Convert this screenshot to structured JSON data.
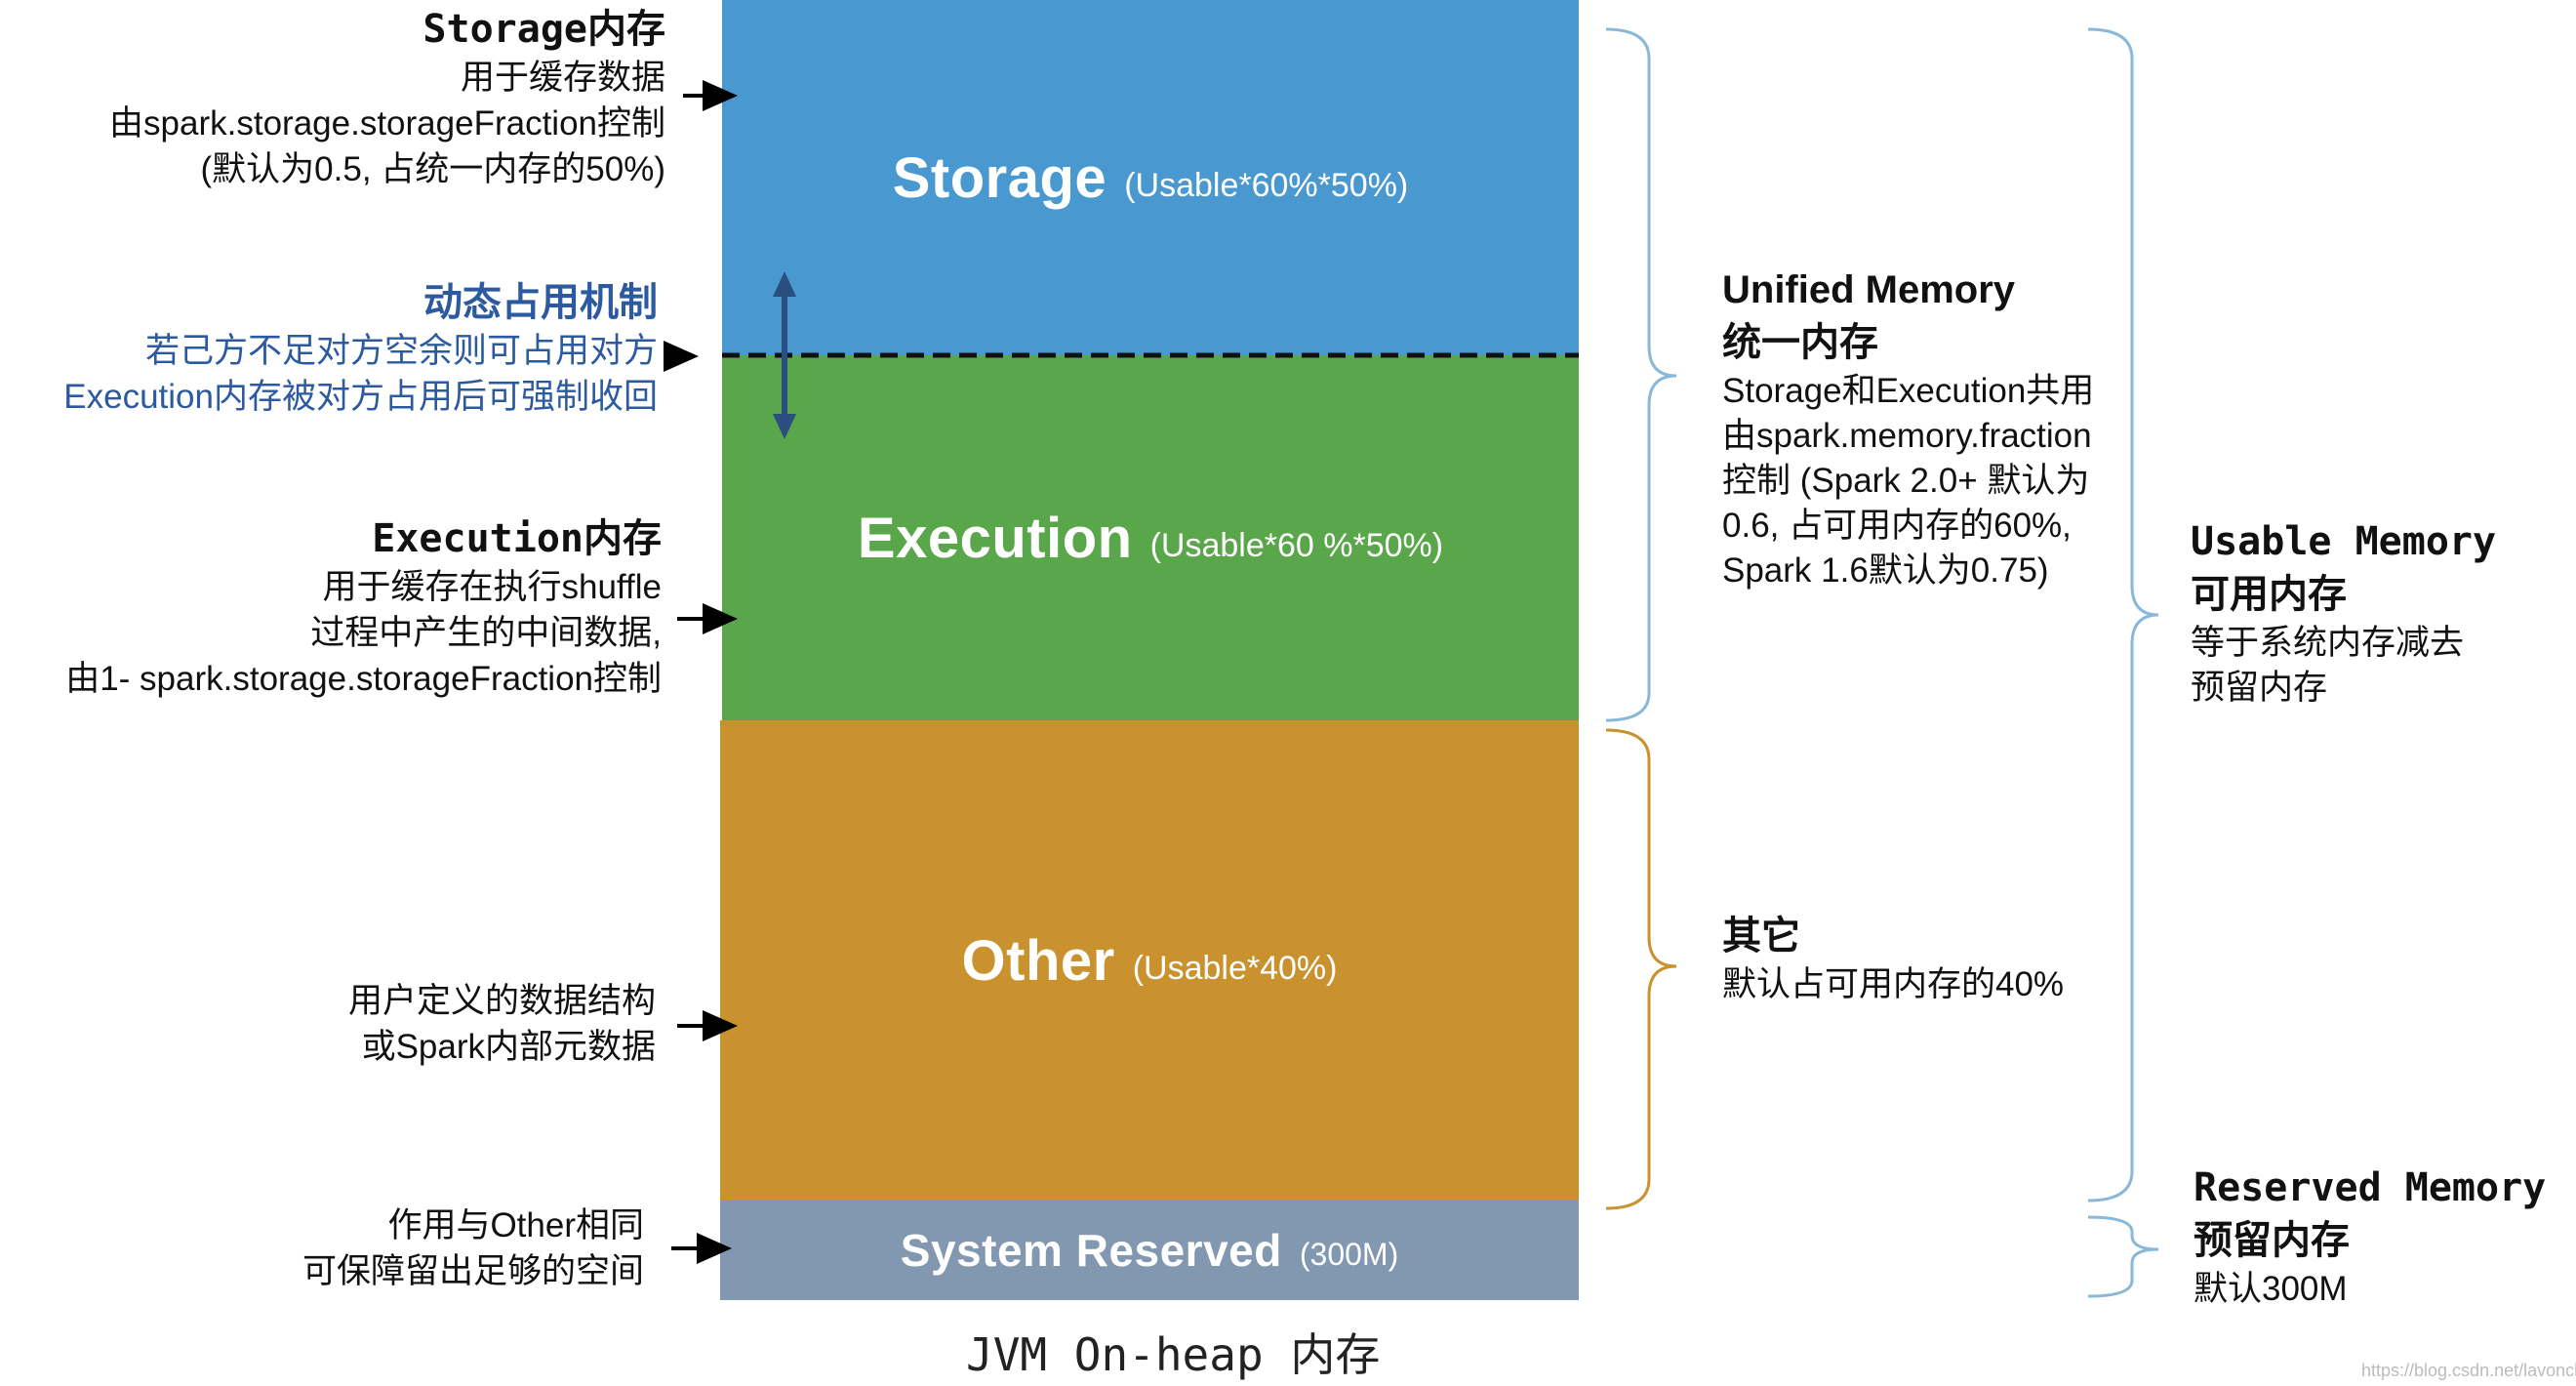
{
  "blocks": {
    "storage": {
      "title": "Storage",
      "sub": "(Usable*60%*50%)",
      "color": "#4a98d0"
    },
    "execution": {
      "title": "Execution",
      "sub": "(Usable*60 %*50%)",
      "color": "#5aa64a"
    },
    "other": {
      "title": "Other",
      "sub": "(Usable*40%)",
      "color": "#c9922e"
    },
    "system": {
      "title": "System Reserved",
      "sub": "(300M)",
      "color": "#8297b0"
    }
  },
  "left": {
    "storage": {
      "head": "Storage内存",
      "lines": [
        "用于缓存数据",
        "由spark.storage.storageFraction控制",
        "(默认为0.5, 占统一内存的50%)"
      ]
    },
    "dynamic": {
      "head": "动态占用机制",
      "lines": [
        "若己方不足对方空余则可占用对方",
        "Execution内存被对方占用后可强制收回"
      ]
    },
    "execution": {
      "head": "Execution内存",
      "lines": [
        "用于缓存在执行shuffle",
        "过程中产生的中间数据,",
        "由1- spark.storage.storageFraction控制"
      ]
    },
    "other": {
      "lines": [
        "用户定义的数据结构",
        "或Spark内部元数据"
      ]
    },
    "system": {
      "lines": [
        "作用与Other相同",
        "可保障留出足够的空间"
      ]
    }
  },
  "right": {
    "unified": {
      "head1": "Unified Memory",
      "head2": "统一内存",
      "lines": [
        "Storage和Execution共用",
        "由spark.memory.fraction",
        "控制 (Spark 2.0+ 默认为",
        "0.6, 占可用内存的60%,",
        "Spark 1.6默认为0.75)"
      ]
    },
    "other": {
      "head": "其它",
      "lines": [
        "默认占可用内存的40%"
      ]
    },
    "usable": {
      "head1": "Usable Memory",
      "head2": "可用内存",
      "lines": [
        "等于系统内存减去",
        "预留内存"
      ]
    },
    "reserved": {
      "head1": "Reserved Memory",
      "head2": "预留内存",
      "lines": [
        "默认300M"
      ]
    }
  },
  "caption": "JVM On-heap 内存",
  "watermark": "https://blog.csdn.net/lavonchi",
  "colors": {
    "dynamic_text": "#2c5aa0",
    "brace_blue": "#8ab8d8",
    "brace_orange": "#c9922e"
  }
}
